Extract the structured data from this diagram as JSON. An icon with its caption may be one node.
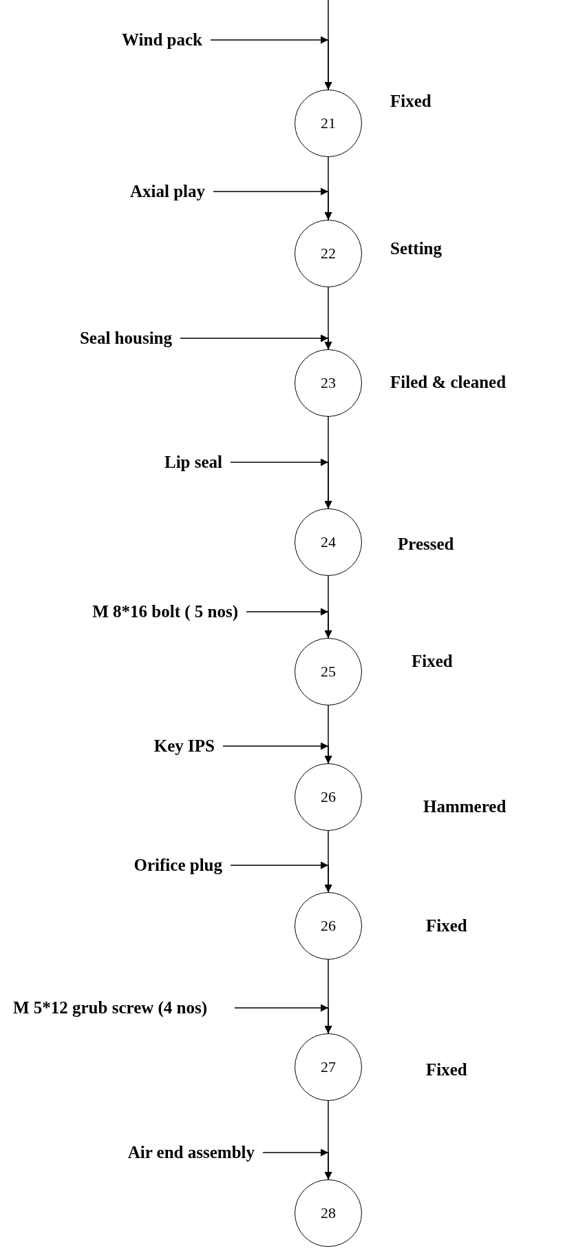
{
  "diagram": {
    "nodes": [
      {
        "text": [
          "Wind pack"
        ]
      },
      {
        "text": [
          "21"
        ],
        "beside": [
          "Fixed"
        ]
      },
      {
        "text": [
          "Axial play"
        ]
      },
      {
        "text": [
          "22"
        ],
        "beside": [
          "Setting"
        ]
      },
      {
        "text": [
          "Seal housing"
        ]
      },
      {
        "text": [
          "23"
        ],
        "beside": [
          "Filed & cleaned"
        ]
      },
      {
        "text": [
          "Lip seal"
        ]
      },
      {
        "text": [
          "24"
        ],
        "beside": [
          "Pressed"
        ]
      },
      {
        "text": [
          "M 8*16 bolt ( 5 nos)"
        ]
      },
      {
        "text": [
          "25"
        ],
        "beside": [
          "Fixed"
        ]
      },
      {
        "text": [
          "Key IPS"
        ]
      },
      {
        "text": [
          "26"
        ],
        "beside": [
          "Hammered"
        ]
      },
      {
        "text": [
          "Orifice plug"
        ]
      },
      {
        "text": [
          "26"
        ],
        "beside": [
          "Fixed"
        ]
      },
      {
        "text": [
          "M 5*12 grub screw (4 nos)"
        ]
      },
      {
        "text": [
          "27"
        ],
        "beside": [
          "Fixed"
        ]
      },
      {
        "text": [
          "Air end assembly"
        ]
      },
      {
        "text": [
          "28"
        ]
      }
    ],
    "edges": [
      {
        "from": null,
        "to": 1,
        "arrow": "to"
      },
      {
        "from": 0,
        "to": 1,
        "arrow": "to"
      },
      {
        "from": 1,
        "to": 3,
        "arrow": "to"
      },
      {
        "from": 2,
        "to": 3,
        "arrow": "to"
      },
      {
        "from": 3,
        "to": 5,
        "arrow": "to"
      },
      {
        "from": 4,
        "to": 5,
        "arrow": "to"
      },
      {
        "from": 5,
        "to": 7,
        "arrow": "to"
      },
      {
        "from": 6,
        "to": 7,
        "arrow": "to"
      },
      {
        "from": 7,
        "to": 9,
        "arrow": "to"
      },
      {
        "from": 8,
        "to": 9,
        "arrow": "to"
      },
      {
        "from": 9,
        "to": 11,
        "arrow": "to"
      },
      {
        "from": 10,
        "to": 11,
        "arrow": "to"
      },
      {
        "from": 11,
        "to": 13,
        "arrow": "to"
      },
      {
        "from": 12,
        "to": 13,
        "arrow": "to"
      },
      {
        "from": 13,
        "to": 15,
        "arrow": "to"
      },
      {
        "from": 14,
        "to": 15,
        "arrow": "to"
      },
      {
        "from": 15,
        "to": 17,
        "arrow": "to"
      },
      {
        "from": 16,
        "to": 17,
        "arrow": "to"
      }
    ]
  }
}
